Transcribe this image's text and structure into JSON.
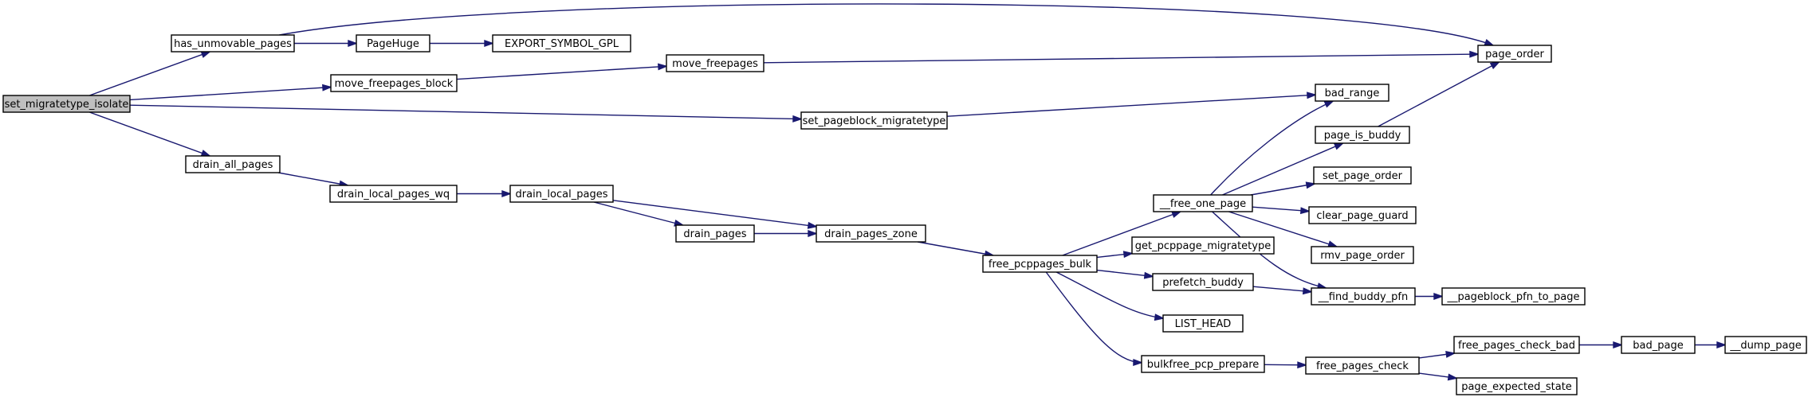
{
  "graph": {
    "title": "",
    "edge_color": "#191970",
    "root_fill": "#bfbfbf",
    "nodes": [
      {
        "id": "set_migratetype_isolate",
        "label": "set_migratetype_isolate",
        "root": true
      },
      {
        "id": "has_unmovable_pages",
        "label": "has_unmovable_pages"
      },
      {
        "id": "move_freepages_block",
        "label": "move_freepages_block"
      },
      {
        "id": "set_pageblock_migratetype",
        "label": "set_pageblock_migratetype"
      },
      {
        "id": "drain_all_pages",
        "label": "drain_all_pages"
      },
      {
        "id": "PageHuge",
        "label": "PageHuge"
      },
      {
        "id": "EXPORT_SYMBOL_GPL",
        "label": "EXPORT_SYMBOL_GPL"
      },
      {
        "id": "move_freepages",
        "label": "move_freepages"
      },
      {
        "id": "page_order",
        "label": "page_order"
      },
      {
        "id": "bad_range",
        "label": "bad_range"
      },
      {
        "id": "page_is_buddy",
        "label": "page_is_buddy"
      },
      {
        "id": "drain_local_pages_wq",
        "label": "drain_local_pages_wq"
      },
      {
        "id": "drain_local_pages",
        "label": "drain_local_pages"
      },
      {
        "id": "drain_pages",
        "label": "drain_pages"
      },
      {
        "id": "drain_pages_zone",
        "label": "drain_pages_zone"
      },
      {
        "id": "free_pcppages_bulk",
        "label": "free_pcppages_bulk"
      },
      {
        "id": "__free_one_page",
        "label": "__free_one_page"
      },
      {
        "id": "get_pcppage_migratetype",
        "label": "get_pcppage_migratetype"
      },
      {
        "id": "prefetch_buddy",
        "label": "prefetch_buddy"
      },
      {
        "id": "LIST_HEAD",
        "label": "LIST_HEAD"
      },
      {
        "id": "bulkfree_pcp_prepare",
        "label": "bulkfree_pcp_prepare"
      },
      {
        "id": "set_page_order",
        "label": "set_page_order"
      },
      {
        "id": "clear_page_guard",
        "label": "clear_page_guard"
      },
      {
        "id": "rmv_page_order",
        "label": "rmv_page_order"
      },
      {
        "id": "__find_buddy_pfn",
        "label": "__find_buddy_pfn"
      },
      {
        "id": "__pageblock_pfn_to_page",
        "label": "__pageblock_pfn_to_page"
      },
      {
        "id": "free_pages_check",
        "label": "free_pages_check"
      },
      {
        "id": "free_pages_check_bad",
        "label": "free_pages_check_bad"
      },
      {
        "id": "page_expected_state",
        "label": "page_expected_state"
      },
      {
        "id": "bad_page",
        "label": "bad_page"
      },
      {
        "id": "__dump_page",
        "label": "__dump_page"
      }
    ],
    "edges": [
      [
        "set_migratetype_isolate",
        "has_unmovable_pages"
      ],
      [
        "set_migratetype_isolate",
        "move_freepages_block"
      ],
      [
        "set_migratetype_isolate",
        "set_pageblock_migratetype"
      ],
      [
        "set_migratetype_isolate",
        "drain_all_pages"
      ],
      [
        "has_unmovable_pages",
        "PageHuge"
      ],
      [
        "has_unmovable_pages",
        "page_order"
      ],
      [
        "PageHuge",
        "EXPORT_SYMBOL_GPL"
      ],
      [
        "move_freepages_block",
        "move_freepages"
      ],
      [
        "move_freepages",
        "page_order"
      ],
      [
        "set_pageblock_migratetype",
        "bad_range"
      ],
      [
        "page_is_buddy",
        "page_order"
      ],
      [
        "drain_all_pages",
        "drain_local_pages_wq"
      ],
      [
        "drain_local_pages_wq",
        "drain_local_pages"
      ],
      [
        "drain_local_pages",
        "drain_pages"
      ],
      [
        "drain_local_pages",
        "drain_pages_zone"
      ],
      [
        "drain_pages",
        "drain_pages_zone"
      ],
      [
        "drain_pages_zone",
        "free_pcppages_bulk"
      ],
      [
        "free_pcppages_bulk",
        "__free_one_page"
      ],
      [
        "free_pcppages_bulk",
        "get_pcppage_migratetype"
      ],
      [
        "free_pcppages_bulk",
        "prefetch_buddy"
      ],
      [
        "free_pcppages_bulk",
        "LIST_HEAD"
      ],
      [
        "free_pcppages_bulk",
        "bulkfree_pcp_prepare"
      ],
      [
        "__free_one_page",
        "bad_range"
      ],
      [
        "__free_one_page",
        "page_is_buddy"
      ],
      [
        "__free_one_page",
        "set_page_order"
      ],
      [
        "__free_one_page",
        "clear_page_guard"
      ],
      [
        "__free_one_page",
        "rmv_page_order"
      ],
      [
        "__free_one_page",
        "__find_buddy_pfn"
      ],
      [
        "prefetch_buddy",
        "__find_buddy_pfn"
      ],
      [
        "__find_buddy_pfn",
        "__pageblock_pfn_to_page"
      ],
      [
        "bulkfree_pcp_prepare",
        "free_pages_check"
      ],
      [
        "free_pages_check",
        "free_pages_check_bad"
      ],
      [
        "free_pages_check",
        "page_expected_state"
      ],
      [
        "free_pages_check_bad",
        "bad_page"
      ],
      [
        "bad_page",
        "__dump_page"
      ]
    ]
  }
}
